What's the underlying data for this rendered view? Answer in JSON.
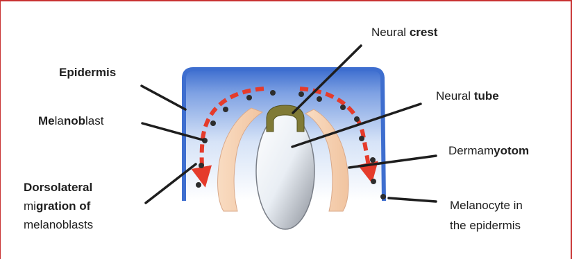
{
  "labels": {
    "neural_crest": {
      "part1": "Neural ",
      "part2": "crest"
    },
    "epidermis": "Epidermis",
    "neural_tube": {
      "part1": "Neural ",
      "part2": "tube"
    },
    "melanoblast": {
      "part1": "Me",
      "part2": "la",
      "part3": "nob",
      "part4": "last"
    },
    "dermamyotom": {
      "part1": "Dermam",
      "part2": "yotom"
    },
    "dorsolateral": {
      "line1": "Dorsolateral",
      "line2": {
        "part1": "mi",
        "part2": "gration of"
      },
      "line3": "melanoblasts"
    },
    "melanocyte": {
      "line1": "Melanocyte in",
      "line2": "the epidermis"
    }
  },
  "colors": {
    "frame": "#c83232",
    "epidermis": "#3e6ecf",
    "tissue_fade": "#ffffff",
    "dermamyotome": "#f6d2b4",
    "neural_crest": "#807a36",
    "migration_arrow": "#e53b2b",
    "melanoblast_dot": "#2d2d2d"
  }
}
